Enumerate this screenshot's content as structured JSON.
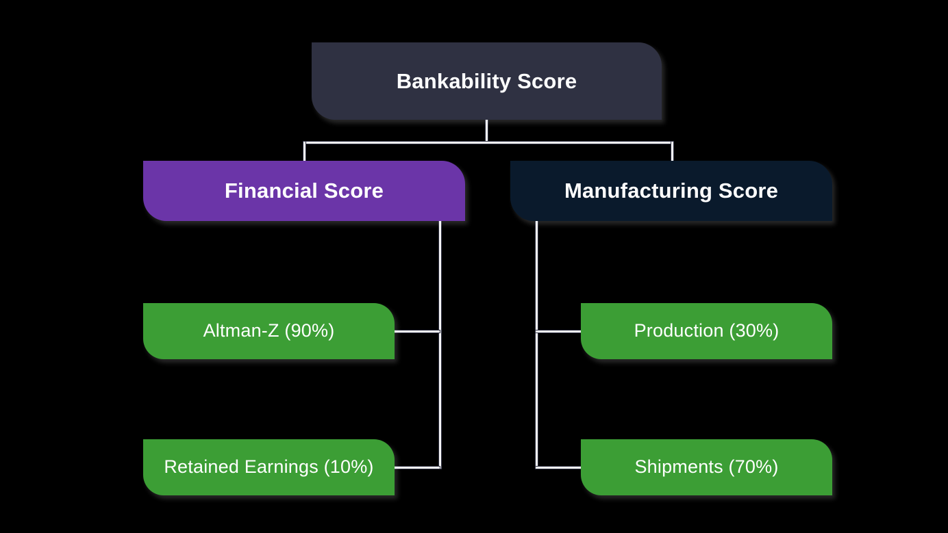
{
  "diagram": {
    "type": "tree-hierarchy",
    "background_color": "#000000",
    "connector_color": "#f4f4f6",
    "nodes": {
      "root": {
        "label": "Bankability Score",
        "color": "#2f3142"
      },
      "financial": {
        "label": "Financial Score",
        "color": "#6b35a8"
      },
      "manufacturing": {
        "label": "Manufacturing Score",
        "color": "#0a1a2c"
      },
      "altman_z": {
        "label": "Altman-Z (90%)",
        "color": "#3c9e35"
      },
      "retained_earnings": {
        "label": "Retained Earnings (10%)",
        "color": "#3c9e35"
      },
      "production": {
        "label": "Production (30%)",
        "color": "#3c9e35"
      },
      "shipments": {
        "label": "Shipments (70%)",
        "color": "#3c9e35"
      }
    }
  }
}
